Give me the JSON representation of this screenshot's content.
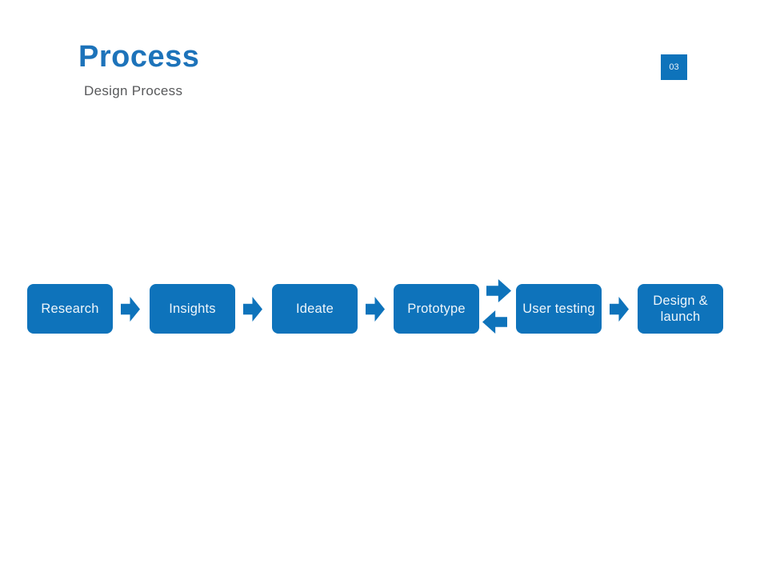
{
  "slide": {
    "title": "Process",
    "subtitle": "Design Process",
    "page_number": "03"
  },
  "process": {
    "steps": [
      {
        "label": "Research"
      },
      {
        "label": "Insights"
      },
      {
        "label": "Ideate"
      },
      {
        "label": "Prototype"
      },
      {
        "label": "User testing"
      },
      {
        "label": "Design & launch"
      }
    ],
    "connectors": [
      {
        "from": "Research",
        "to": "Insights",
        "type": "forward"
      },
      {
        "from": "Insights",
        "to": "Ideate",
        "type": "forward"
      },
      {
        "from": "Ideate",
        "to": "Prototype",
        "type": "forward"
      },
      {
        "from": "Prototype",
        "to": "User testing",
        "type": "bidirectional"
      },
      {
        "from": "User testing",
        "to": "Design & launch",
        "type": "forward"
      }
    ]
  },
  "colors": {
    "accent_blue": "#0e73bb",
    "title_blue": "#1d73ba",
    "subtitle_gray": "#58595b",
    "box_text": "#edf5fa",
    "background": "#ffffff"
  }
}
